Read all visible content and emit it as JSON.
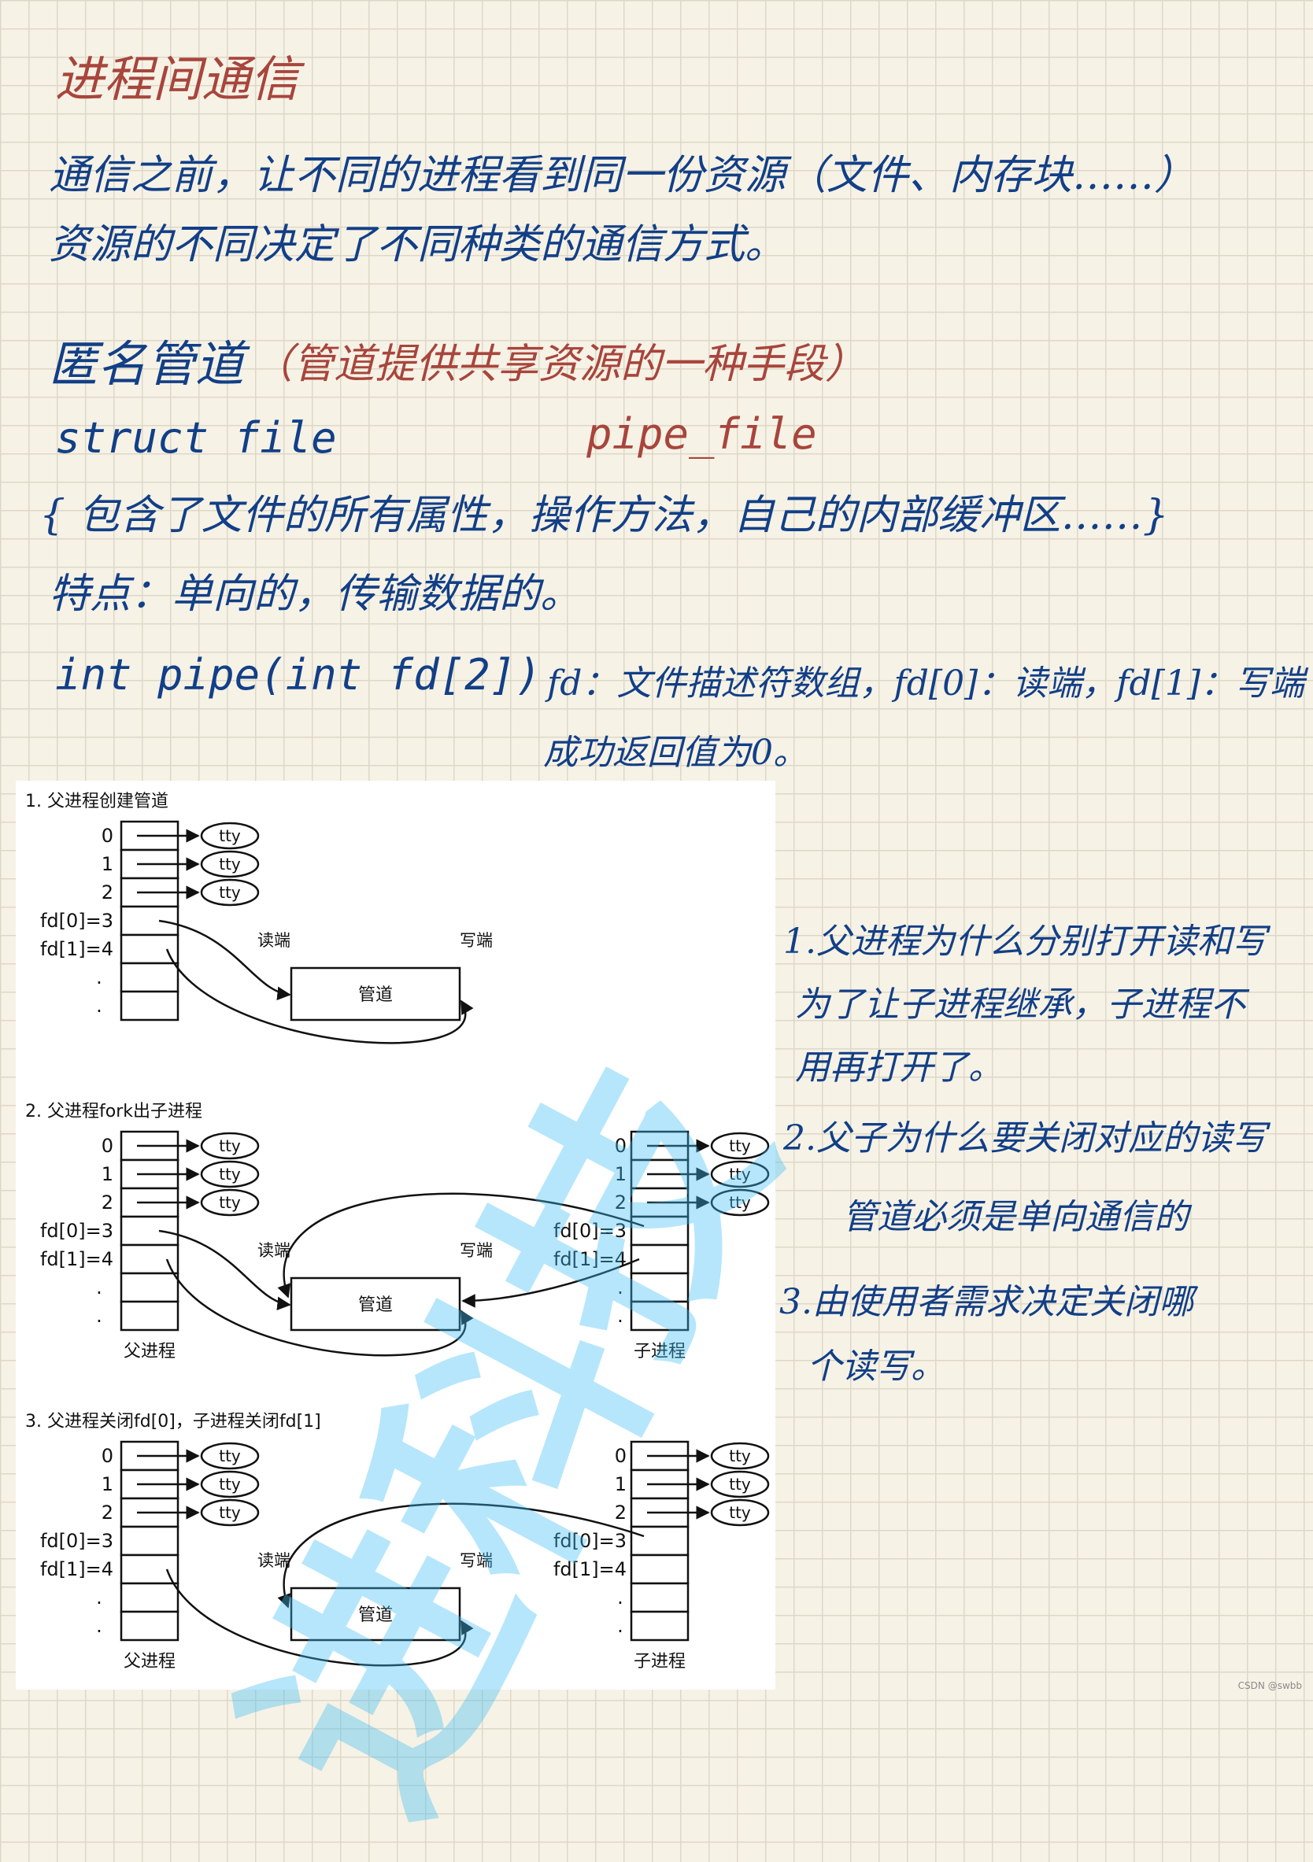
{
  "notes": {
    "title": "进程间通信",
    "line1": "通信之前，让不同的进程看到同一份资源（文件、内存块……）",
    "line2": "资源的不同决定了不同种类的通信方式。",
    "pipe_heading": "匿名管道",
    "pipe_desc": "（管道提供共享资源的一种手段）",
    "struct_file": "struct  file",
    "pipe_file": "pipe_file",
    "struct_body": "{    包含了文件的所有属性，操作方法，自己的内部缓冲区……}",
    "feature": "特点：单向的，传输数据的。",
    "pipe_sig": "int pipe(int fd[2])",
    "fd_desc": "fd：文件描述符数组，fd[0]：读端，fd[1]：写端",
    "ret_desc": "成功返回值为0。"
  },
  "side_notes": {
    "n1a": "1.父进程为什么分别打开读和写",
    "n1b": "为了让子进程继承，子进程不",
    "n1c": "用再打开了。",
    "n2a": "2.父子为什么要关闭对应的读写",
    "n2b": "管道必须是单向通信的",
    "n3a": "3.由使用者需求决定关闭哪",
    "n3b": "个读写。"
  },
  "diagram": {
    "captions": {
      "step1": "1. 父进程创建管道",
      "step2": "2. 父进程fork出子进程",
      "step3": "3. 父进程关闭fd[0]，子进程关闭fd[1]"
    },
    "fd_labels": [
      "0",
      "1",
      "2",
      "fd[0]=3",
      "fd[1]=4",
      ".",
      "."
    ],
    "tty": "tty",
    "pipe": "管道",
    "read_end": "读端",
    "write_end": "写端",
    "parent": "父进程",
    "child": "子进程"
  },
  "watermark": "进科技",
  "credit": "CSDN @swbb"
}
